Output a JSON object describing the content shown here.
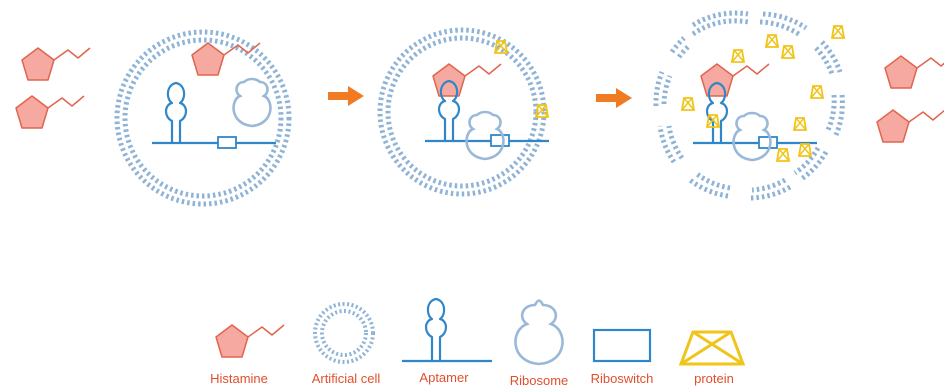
{
  "legend": {
    "histamine": "Histamine",
    "artificial_cell": "Artificial cell",
    "aptamer": "Aptamer",
    "ribosome": "Ribosome",
    "riboswitch": "Riboswitch",
    "protein": "protein"
  },
  "colors": {
    "histamine_fill": "#f5a9a0",
    "histamine_stroke": "#e0654f",
    "membrane": "#8fb3d6",
    "aptamer": "#2f86c9",
    "ribosome": "#9ab8d8",
    "protein": "#f0c419",
    "arrow": "#f07b22",
    "label": "#e0502e"
  }
}
